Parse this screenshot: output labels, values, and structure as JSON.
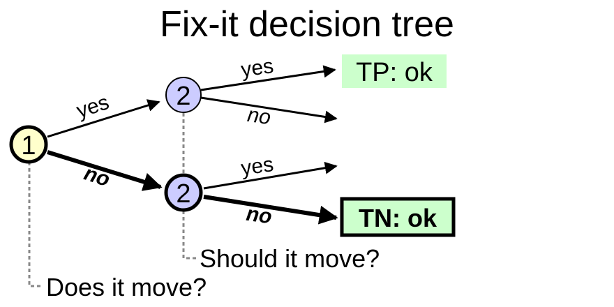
{
  "title": "Fix-it decision tree",
  "nodes": {
    "root": {
      "label": "1",
      "fill": "#ffffcc"
    },
    "top_child": {
      "label": "2",
      "fill": "#ccccff"
    },
    "bottom_child": {
      "label": "2",
      "fill": "#ccccff"
    }
  },
  "edges": {
    "root_yes": "yes",
    "root_no": "no",
    "top_yes": "yes",
    "top_no": "no",
    "bottom_yes": "yes",
    "bottom_no": "no"
  },
  "leaves": {
    "tp": {
      "label": "TP: ok",
      "fill": "#ccffcc"
    },
    "tn": {
      "label": "TN: ok",
      "fill": "#ccffcc"
    }
  },
  "questions": {
    "q1": "Does it move?",
    "q2": "Should it move?"
  },
  "colors": {
    "line": "#000000",
    "dashed": "#888888"
  }
}
